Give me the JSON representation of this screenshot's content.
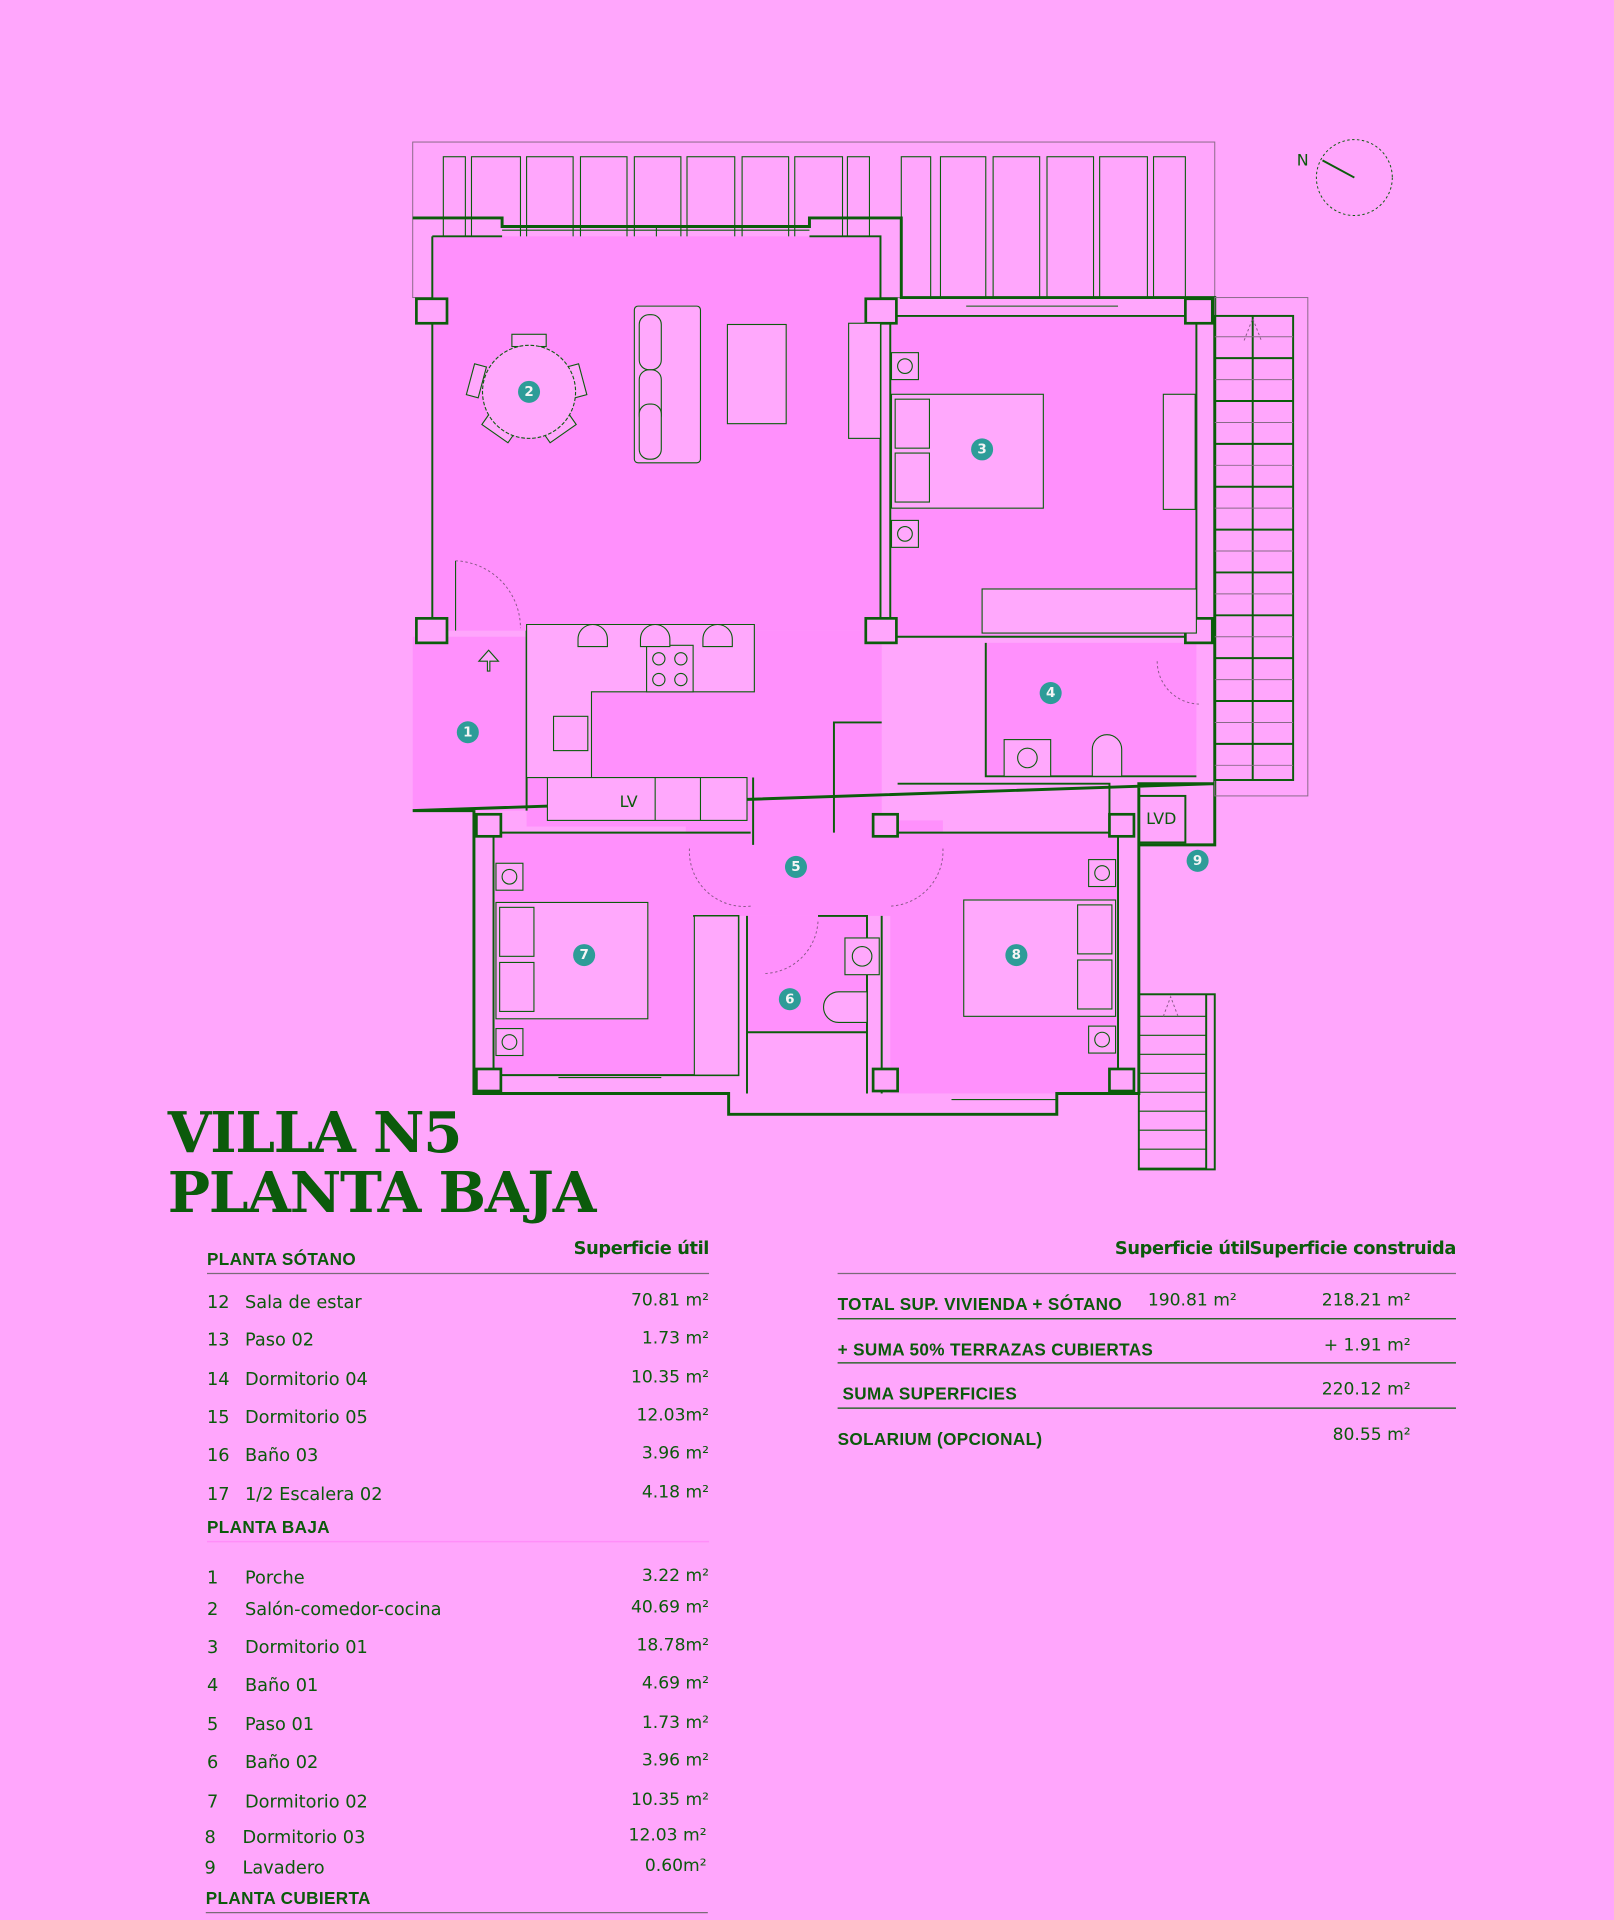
{
  "title": {
    "line1": "VILLA N5",
    "line2": "PLANTA BAJA"
  },
  "plan": {
    "compass_label": "N",
    "labels": {
      "lv": "LV",
      "lvd": "LVD"
    },
    "room_badges": [
      "1",
      "2",
      "3",
      "4",
      "5",
      "6",
      "7",
      "8",
      "9"
    ]
  },
  "rooms_table": {
    "column_header": "Superficie útil",
    "sections": [
      {
        "title": "PLANTA SÓTANO",
        "rows": [
          {
            "num": "12",
            "name": "Sala de estar",
            "area": "70.81 m²"
          },
          {
            "num": "13",
            "name": "Paso 02",
            "area": "1.73 m²"
          },
          {
            "num": "14",
            "name": "Dormitorio 04",
            "area": "10.35 m²"
          },
          {
            "num": "15",
            "name": "Dormitorio 05",
            "area": "12.03m²"
          },
          {
            "num": "16",
            "name": "Baño 03",
            "area": "3.96 m²"
          },
          {
            "num": "17",
            "name": "1/2 Escalera 02",
            "area": "4.18 m²"
          }
        ]
      },
      {
        "title": "PLANTA BAJA",
        "rows": [
          {
            "num": "1",
            "name": "Porche",
            "area": "3.22 m²"
          },
          {
            "num": "2",
            "name": "Salón-comedor-cocina",
            "area": "40.69 m²"
          },
          {
            "num": "3",
            "name": "Dormitorio 01",
            "area": "18.78m²"
          },
          {
            "num": "4",
            "name": "Baño 01",
            "area": "4.69 m²"
          },
          {
            "num": "5",
            "name": "Paso 01",
            "area": "1.73 m²"
          },
          {
            "num": "6",
            "name": "Baño 02",
            "area": "3.96 m²"
          },
          {
            "num": "7",
            "name": "Dormitorio 02",
            "area": "10.35 m²"
          },
          {
            "num": "8",
            "name": "Dormitorio 03",
            "area": "12.03 m²"
          },
          {
            "num": "9",
            "name": "Lavadero",
            "area": "0.60m²"
          }
        ]
      },
      {
        "title": "PLANTA CUBIERTA",
        "rows": []
      }
    ]
  },
  "totals_table": {
    "headers": [
      "Superficie útil",
      "Superficie construida"
    ],
    "rows": [
      {
        "label": "TOTAL SUP. VIVIENDA + SÓTANO",
        "util": "190.81  m²",
        "construida": "218.21 m²"
      },
      {
        "label": "+ SUMA 50% TERRAZAS CUBIERTAS",
        "construida": "+ 1.91 m²"
      },
      {
        "label": "SUMA SUPERFICIES",
        "construida": "220.12 m²"
      },
      {
        "label": "SOLARIUM (OPCIONAL)",
        "construida": "80.55 m²"
      }
    ]
  },
  "colors": {
    "background": "#ffa6fc",
    "floor": "#ff90fc",
    "ink": "#0b5a0b",
    "badge": "#2d9c98"
  }
}
